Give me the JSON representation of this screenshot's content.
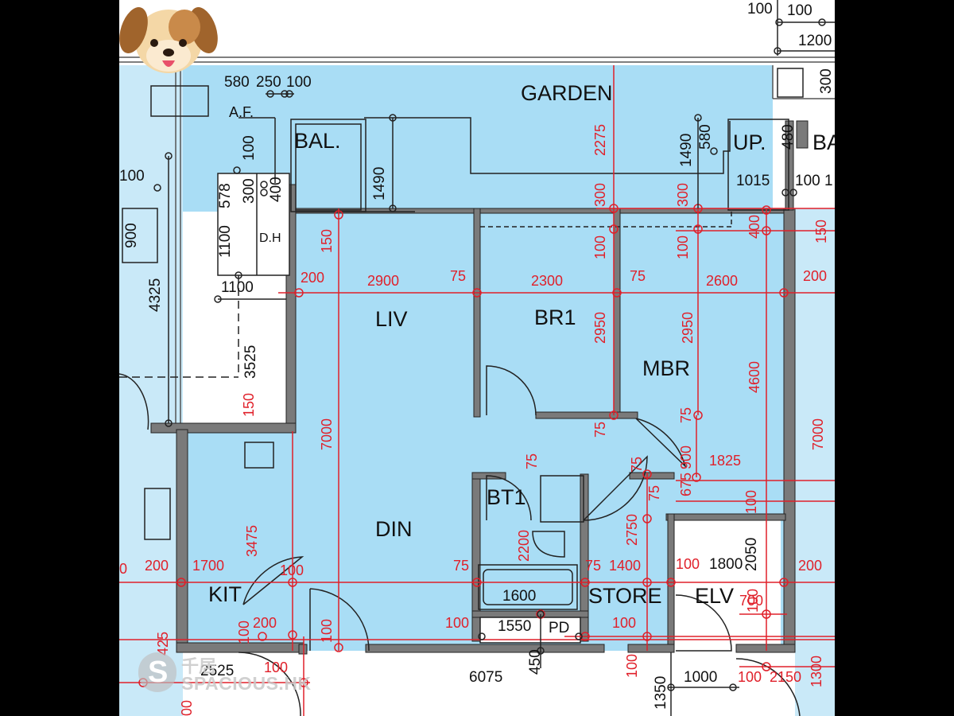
{
  "rooms": {
    "garden": "GARDEN",
    "bal": "BAL.",
    "up": "UP.",
    "ba": "BA",
    "liv": "LIV",
    "br1": "BR1",
    "mbr": "MBR",
    "din": "DIN",
    "bt1": "BT1",
    "kit": "KIT",
    "store": "STORE",
    "elv": "ELV",
    "pd": "PD",
    "dh": "D.H",
    "af": "A.F."
  },
  "dims_black": {
    "top_100a": "100",
    "top_100b": "100",
    "top_1200": "1200",
    "right_300": "300",
    "tl_580": "580",
    "tl_250": "250",
    "tl_100": "100",
    "d1490a": "1490",
    "d1490b": "1490",
    "d580": "580",
    "d480": "480",
    "d1015": "1015",
    "d100_1": "100 1",
    "left_100": "100",
    "d900": "900",
    "d4325": "4325",
    "d578": "578",
    "d300": "300",
    "d100v": "100",
    "d1100v": "1100",
    "d1100h": "1100",
    "d3525": "3525",
    "d400": "400",
    "bot_1550": "1550",
    "bot_6075": "6075",
    "bot_450": "450",
    "bot_1000": "1000",
    "bot_1350": "1350",
    "bot_2525": "2525",
    "bot_1600": "1600"
  },
  "dims_red": {
    "d2275": "2275",
    "d150a": "150",
    "d300a": "300",
    "d300b": "300",
    "d100a": "100",
    "d100b": "100",
    "d400": "400",
    "d150b": "150",
    "d200l": "200",
    "d2900": "2900",
    "d75a": "75",
    "d2300": "2300",
    "d75b": "75",
    "d2600": "2600",
    "d200r": "200",
    "d2950a": "2950",
    "d2950b": "2950",
    "d4600": "4600",
    "d7000l": "7000",
    "d7000r": "7000",
    "d75c": "75",
    "d75d": "75",
    "d900b": "900",
    "d1825": "1825",
    "d675": "675",
    "d75e": "75",
    "d75f": "75",
    "d75g": "75",
    "d2750": "2750",
    "d2200": "2200",
    "d100c": "100",
    "d2050": "2050",
    "d1800": "1800",
    "d100d": "100",
    "d150c": "150",
    "d3475": "3475",
    "d200k": "200",
    "d1700": "1700",
    "d100k": "100",
    "d0": "0",
    "d75h": "75",
    "d75i": "75",
    "d1400": "1400",
    "d100e": "100",
    "d200e": "200",
    "d700": "700",
    "d100f": "100",
    "d425": "425",
    "d100g": "100",
    "d200g": "200",
    "d100h": "100",
    "d100i": "100",
    "d100j": "100",
    "d100l": "100",
    "d100m": "100",
    "d100n": "100",
    "d2150": "2150",
    "d1300": "1300",
    "d00": "00"
  },
  "logo": {
    "cn": "千居",
    "en": "SPACIOUS.HK",
    "mark": "S"
  },
  "colors": {
    "room_fill": "#a9ddf5",
    "wall": "#7a7a7a",
    "dim_red": "#e0202a"
  },
  "icons": {
    "dog": "dog-face-emoji"
  }
}
